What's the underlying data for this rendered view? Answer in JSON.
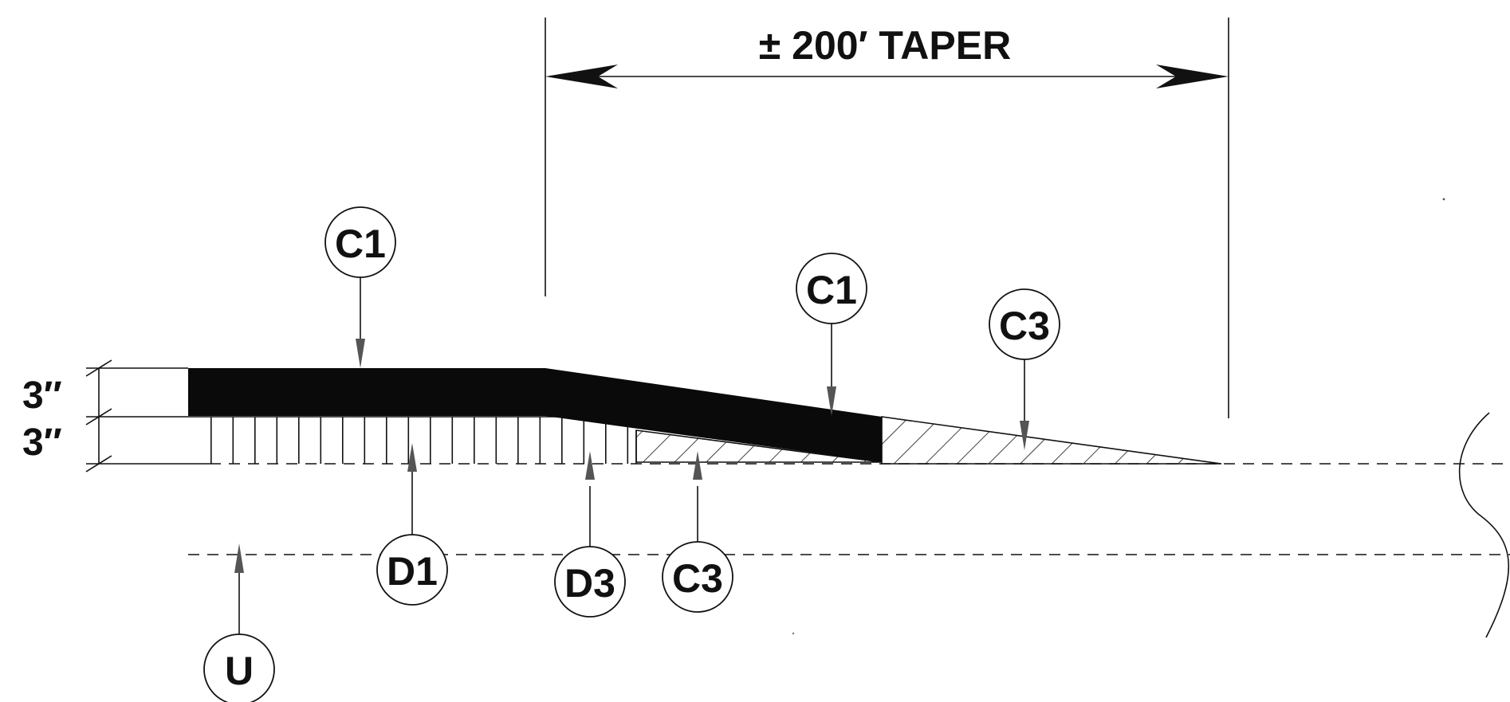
{
  "dimension": {
    "taper_label": "± 200′ TAPER",
    "top_layer_thickness": "3″",
    "bottom_layer_thickness": "3″"
  },
  "callouts": {
    "c1_left": "C1",
    "c1_right": "C1",
    "c3_top": "C3",
    "d1": "D1",
    "d3": "D3",
    "c3_bottom": "C3",
    "u": "U"
  },
  "colors": {
    "ink": "#111111",
    "background": "#ffffff"
  }
}
